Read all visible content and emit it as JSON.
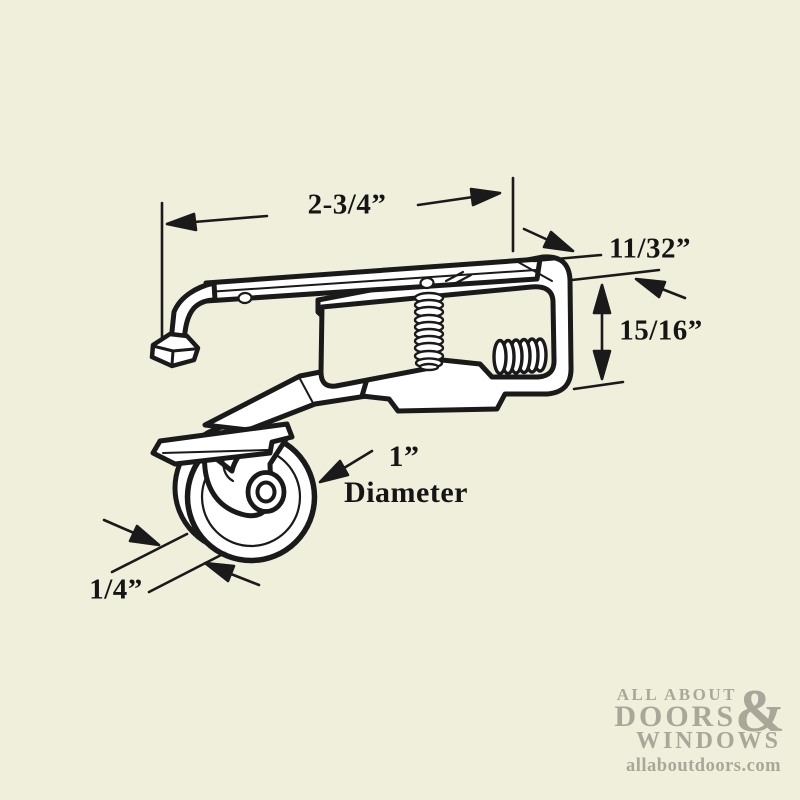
{
  "canvas": {
    "background_color": "#efefdb",
    "ink_color": "#1a1a1a",
    "subject": "screen door roller assembly line drawing"
  },
  "annotations": {
    "width": "2-3/4”",
    "top_flange": "11/32”",
    "side_height": "15/16”",
    "wheel_diameter_value": "1”",
    "wheel_diameter_label": "Diameter",
    "wheel_width": "1/4”"
  },
  "watermark": {
    "color": "#a8a89a",
    "line1": "ALL ABOUT",
    "line2": "DOORS",
    "ampersand": "&",
    "line3": "WINDOWS",
    "website": "allaboutdoors.com"
  }
}
